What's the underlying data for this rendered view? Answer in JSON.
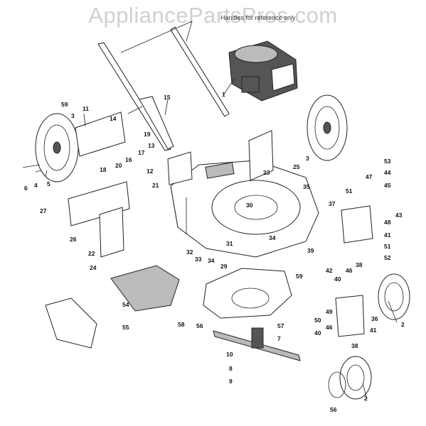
{
  "watermark": "AppliancePartsPros.com",
  "note": "Handles for reference only",
  "callouts": [
    "1",
    "2",
    "2",
    "3",
    "3",
    "4",
    "5",
    "6",
    "7",
    "8",
    "9",
    "10",
    "11",
    "12",
    "13",
    "14",
    "15",
    "16",
    "17",
    "18",
    "19",
    "20",
    "21",
    "22",
    "23",
    "24",
    "25",
    "26",
    "27",
    "29",
    "30",
    "31",
    "32",
    "33",
    "34",
    "34",
    "35",
    "36",
    "37",
    "38",
    "38",
    "39",
    "40",
    "40",
    "41",
    "41",
    "42",
    "43",
    "44",
    "45",
    "46",
    "46",
    "47",
    "48",
    "49",
    "50",
    "51",
    "51",
    "52",
    "53",
    "54",
    "55",
    "56",
    "56",
    "57",
    "58",
    "59",
    "59"
  ]
}
